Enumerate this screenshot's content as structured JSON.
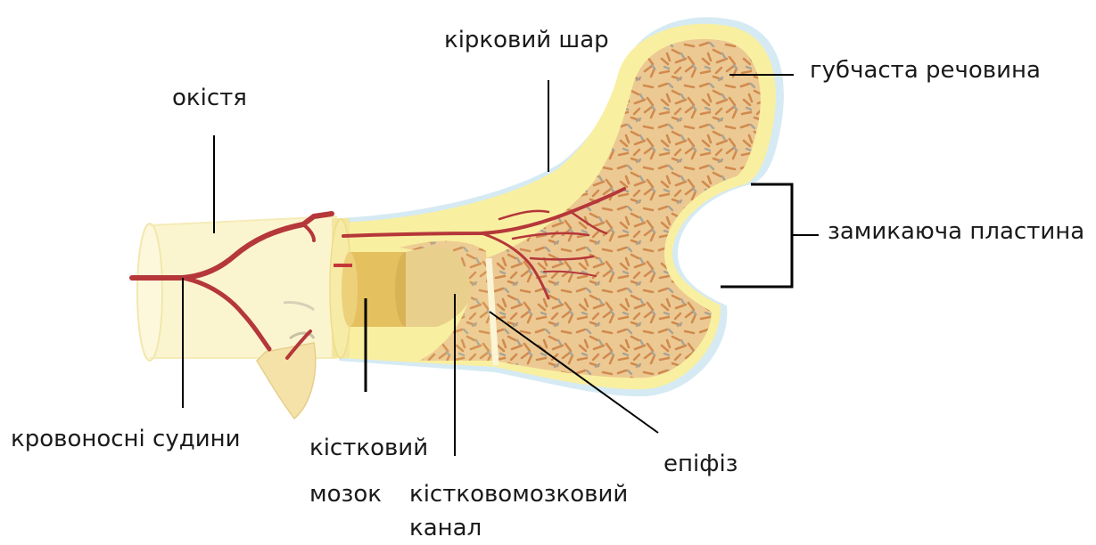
{
  "labels": {
    "periosteum": "окістя",
    "cortical_layer": "кірковий шар",
    "spongy_substance": "губчаста речовина",
    "closing_plate": "замикаюча пластина",
    "blood_vessels": "кровоносні судини",
    "bone_marrow_line1": "кістковий",
    "bone_marrow_line2": "мозок",
    "marrow_canal_line1": "кістковомозковий",
    "marrow_canal_line2": "канал",
    "epiphysis": "епіфіз"
  },
  "colors": {
    "bone_light": "#fbf3c4",
    "cortex": "#f8ee9c",
    "spongy_base": "#e9c68f",
    "spongy_dots": "#d28a4f",
    "spongy_gray": "#a7a397",
    "periosteum_edge": "#cfe6f2",
    "vessel": "#b5373a",
    "marrow": "#e8c66a",
    "leader_line": "#000000"
  }
}
